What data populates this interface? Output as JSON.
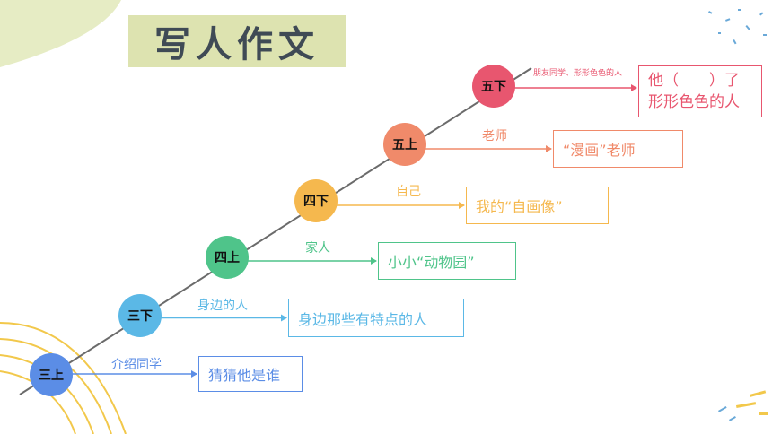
{
  "title": "写人作文",
  "steps": [
    {
      "grade": "三上",
      "topic": "介绍同学",
      "essay": "猜猜他是谁",
      "color": "#5b8de6"
    },
    {
      "grade": "三下",
      "topic": "身边的人",
      "essay": "身边那些有特点的人",
      "color": "#5bb8e6"
    },
    {
      "grade": "四上",
      "topic": "家人",
      "essay": "小小“动物园”",
      "color": "#4fc48a"
    },
    {
      "grade": "四下",
      "topic": "自己",
      "essay": "我的“自画像”",
      "color": "#f5b84e"
    },
    {
      "grade": "五上",
      "topic": "老师",
      "essay": "“漫画”老师",
      "color": "#f08a6a"
    },
    {
      "grade": "五下",
      "topic": "朋友同学、形形色色的人",
      "essay_line1": "他（　　）了",
      "essay_line2": "形形色色的人",
      "color": "#e8566f"
    }
  ]
}
